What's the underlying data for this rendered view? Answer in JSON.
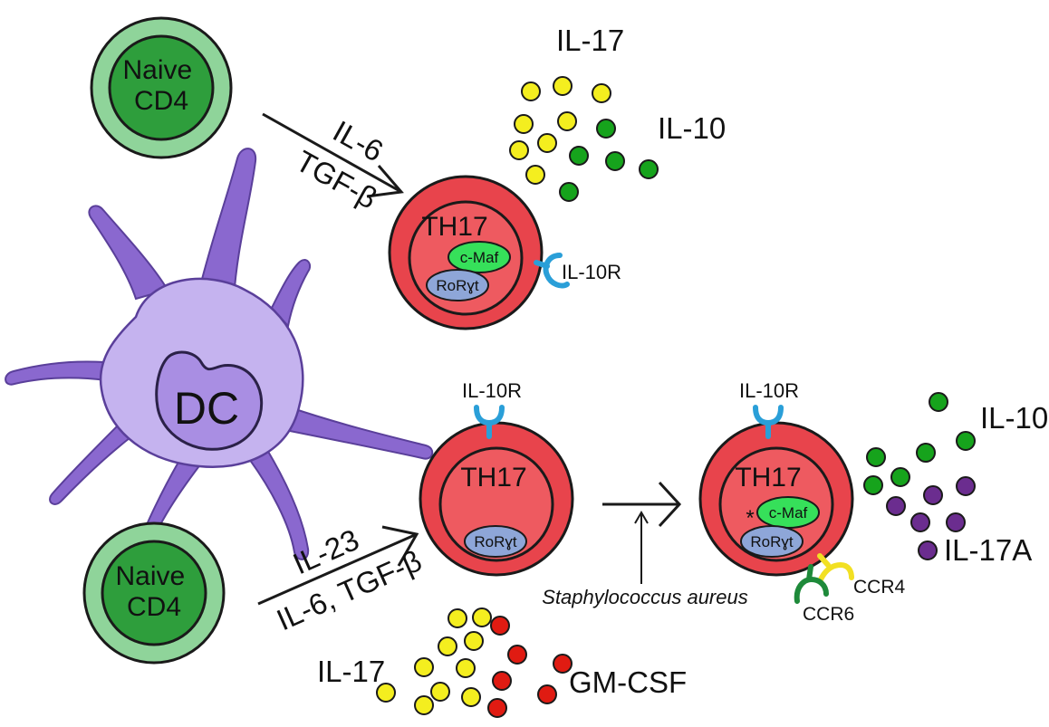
{
  "colors": {
    "naive_outer": "#8fd49a",
    "naive_inner": "#2e9e3c",
    "th17_outer": "#e8444c",
    "th17_inner": "#ee5a60",
    "dc_body": "#c5b3ef",
    "dc_nucleus": "#a98ee3",
    "dc_processes": "#8a68cf",
    "il17_dot": "#f4ee1f",
    "il10_dot": "#16a31c",
    "il17a_dot": "#6b2d8f",
    "gmcsf_dot": "#e01b12",
    "cmaf": "#36e05a",
    "roryt": "#8ea6d8",
    "il10r": "#2a9fd8",
    "ccr6": "#1e8a3a",
    "ccr4": "#f2e023"
  },
  "cells": {
    "naive_top": "Naive\nCD4",
    "naive_bottom": "Naive\nCD4",
    "dc": "DC",
    "th17_top": "TH17",
    "th17_mid": "TH17",
    "th17_right": "TH17"
  },
  "transcription_factors": {
    "cmaf": "c-Maf",
    "roryt": "RoRɣt",
    "asterisk": "*"
  },
  "arrows": {
    "top_line1": "IL-6",
    "top_line2": "TGF-β",
    "bottom_line1": "IL-23",
    "bottom_line2": "IL-6, TGF-β",
    "stimulus": "Staphylococcus aureus"
  },
  "receptors": {
    "il10r_top": "IL-10R",
    "il10r_mid": "IL-10R",
    "il10r_right": "IL-10R",
    "ccr4": "CCR4",
    "ccr6": "CCR6"
  },
  "cytokines": {
    "top_il17": "IL-17",
    "top_il10": "IL-10",
    "right_il10": "IL-10",
    "right_il17a": "IL-17A",
    "bottom_il17": "IL-17",
    "bottom_gmcsf": "GM-CSF"
  }
}
